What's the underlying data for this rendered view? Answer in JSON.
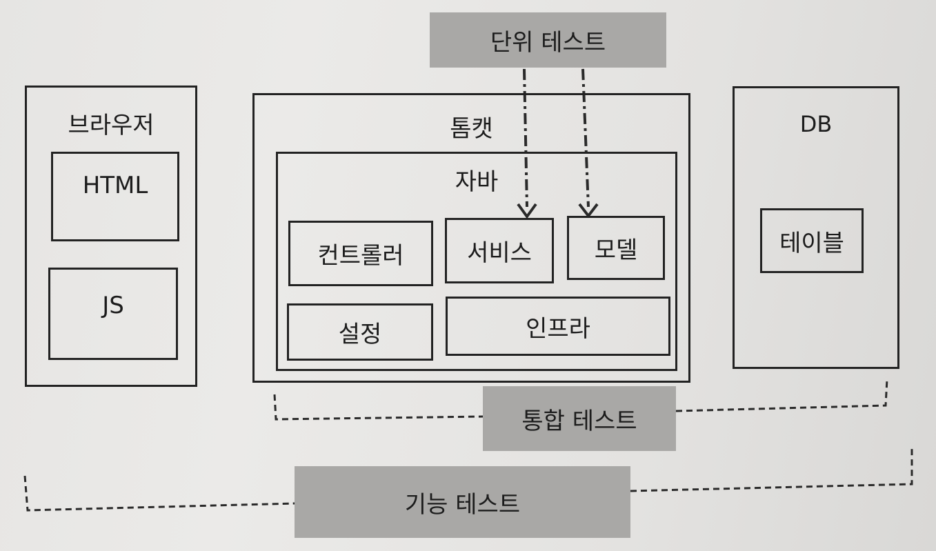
{
  "tests": {
    "unit": "단위 테스트",
    "integration": "통합 테스트",
    "functional": "기능 테스트"
  },
  "browser": {
    "title": "브라우저",
    "html": "HTML",
    "js": "JS"
  },
  "tomcat": {
    "title": "톰캣",
    "java": {
      "title": "자바",
      "controller": "컨트롤러",
      "service": "서비스",
      "model": "모델",
      "config": "설정",
      "infra": "인프라"
    }
  },
  "db": {
    "title": "DB",
    "table": "테이블"
  }
}
